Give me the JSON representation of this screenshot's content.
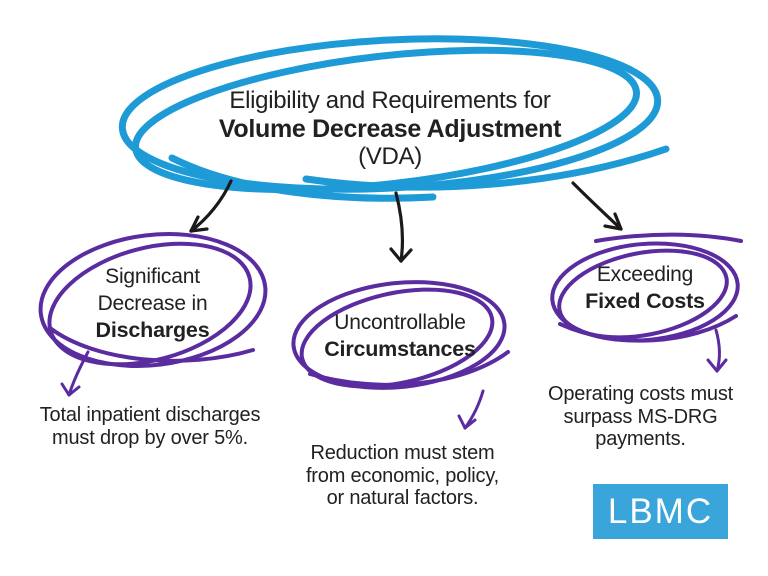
{
  "palette": {
    "main_ellipse": "#1e9bd7",
    "branch_ellipse": "#5a2ca0",
    "arrow_black": "#1a1a1a",
    "text": "#212121",
    "logo_bg": "#39a5db",
    "logo_text": "#ffffff"
  },
  "title": {
    "line1": "Eligibility and Requirements for",
    "line2": "Volume Decrease Adjustment",
    "line3": "(VDA)"
  },
  "branches": [
    {
      "label_lines": [
        "Significant",
        "Decrease in"
      ],
      "label_bold": "Discharges",
      "desc_lines": [
        "Total inpatient discharges",
        "must drop by over 5%."
      ]
    },
    {
      "label_lines": [
        "Uncontrollable"
      ],
      "label_bold": "Circumstances",
      "desc_lines": [
        "Reduction must stem",
        "from economic, policy,",
        "or natural factors."
      ]
    },
    {
      "label_lines": [
        "Exceeding"
      ],
      "label_bold": "Fixed Costs",
      "desc_lines": [
        "Operating costs must",
        "surpass MS-DRG",
        "payments."
      ]
    }
  ],
  "logo": {
    "text": "LBMC"
  }
}
